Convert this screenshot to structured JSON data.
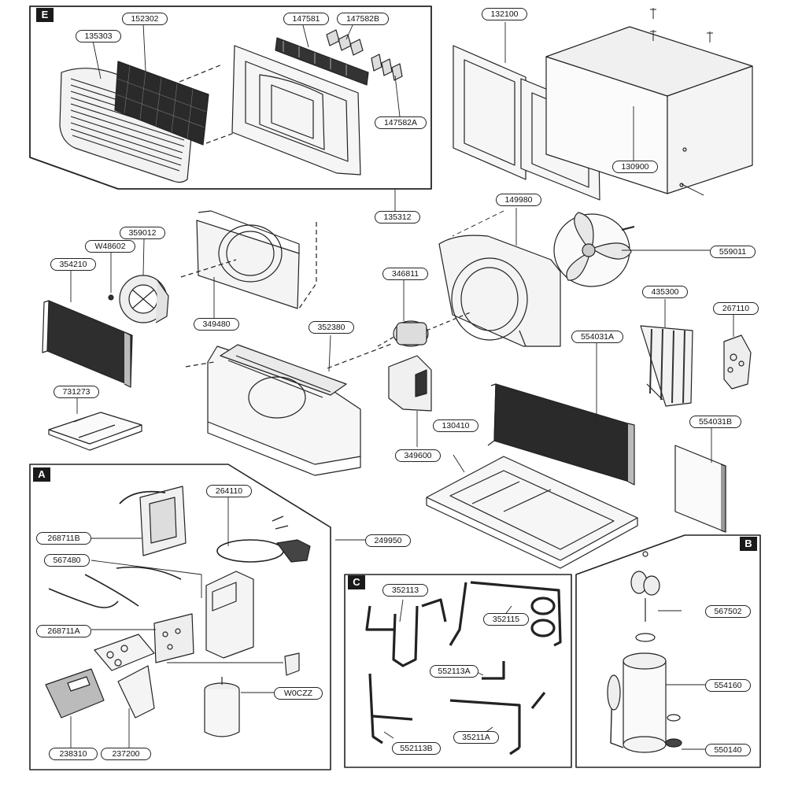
{
  "sections": {
    "A": "A",
    "B": "B",
    "C": "C",
    "E": "E"
  },
  "parts": {
    "p135303": "135303",
    "p152302": "152302",
    "p147581": "147581",
    "p147582B": "147582B",
    "p147582A": "147582A",
    "p135312": "135312",
    "p132100": "132100",
    "p130900": "130900",
    "p149980": "149980",
    "p559011": "559011",
    "p359012": "359012",
    "pW48602": "W48602",
    "p354210": "354210",
    "p349480": "349480",
    "p346811": "346811",
    "p352380": "352380",
    "p435300": "435300",
    "p267110": "267110",
    "p554031A": "554031A",
    "p731273": "731273",
    "p349600": "349600",
    "p130410": "130410",
    "p554031B": "554031B",
    "p264110": "264110",
    "p268711B": "268711B",
    "p249950": "249950",
    "p567480": "567480",
    "p268711A": "268711A",
    "pW0CZZ": "W0CZZ",
    "p238310": "238310",
    "p237200": "237200",
    "p352113": "352113",
    "p352115": "352115",
    "p552113A": "552113A",
    "p552113B": "552113B",
    "p35211A": "35211A",
    "p567502": "567502",
    "p554160": "554160",
    "p550140": "550140"
  }
}
